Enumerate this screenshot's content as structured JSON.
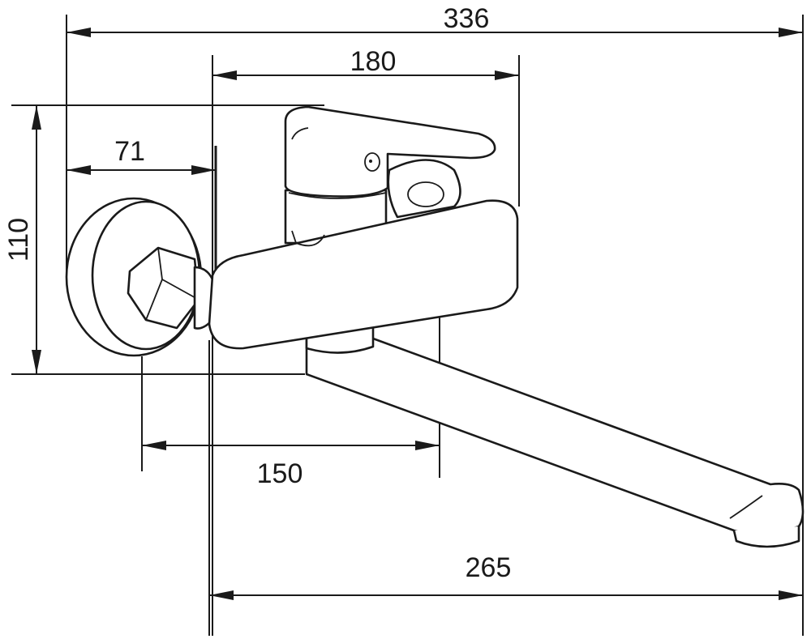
{
  "dimensions": {
    "overall_width": "336",
    "body_width": "180",
    "wall_to_axis": "71",
    "height": "110",
    "axis_to_spout_base": "150",
    "spout_reach": "265"
  }
}
